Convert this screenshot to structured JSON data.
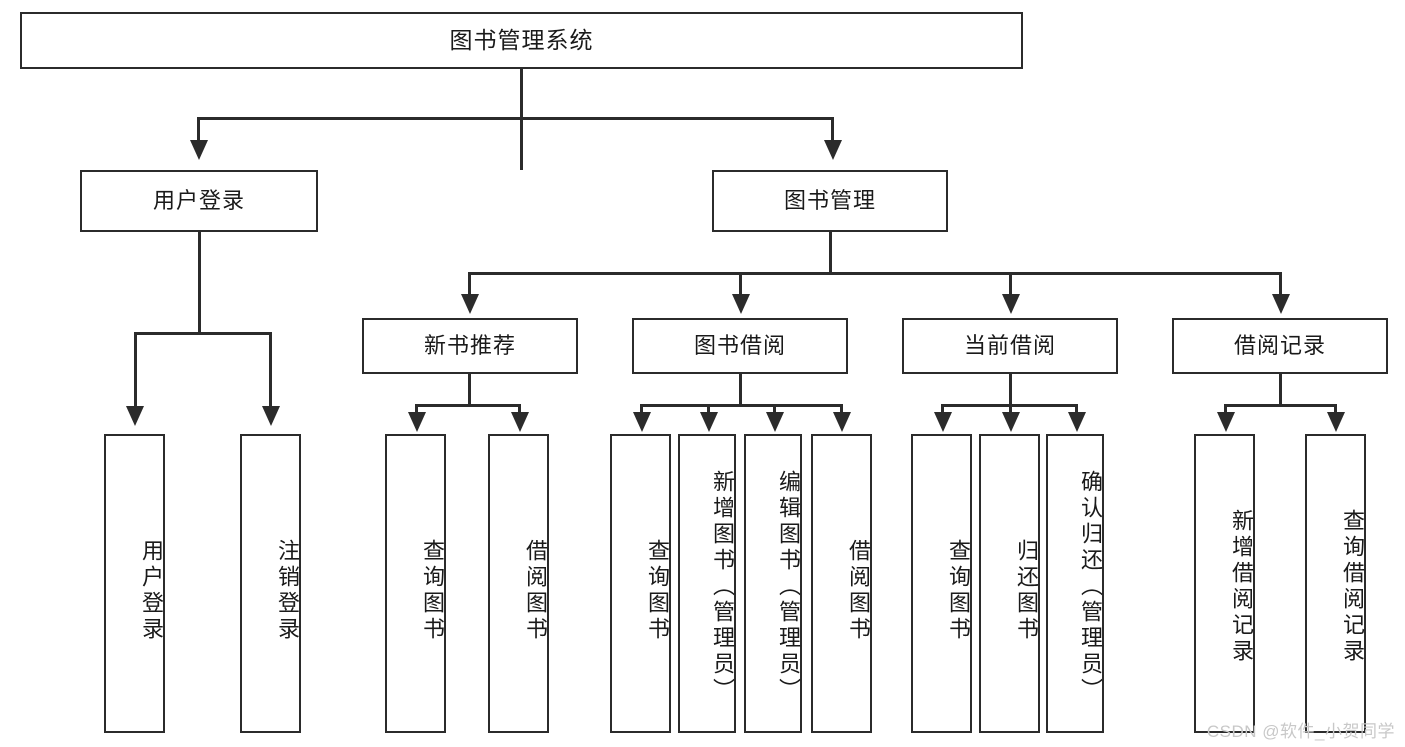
{
  "diagram": {
    "title": "图书管理系统",
    "type": "hierarchy-tree",
    "watermark": "CSDN @软件_小贺同学",
    "levels": {
      "root": "图书管理系统",
      "level2": [
        "用户登录",
        "图书管理"
      ],
      "level3": [
        "新书推荐",
        "图书借阅",
        "当前借阅",
        "借阅记录"
      ]
    },
    "nodes": {
      "root": {
        "label": "图书管理系统"
      },
      "user_login": {
        "label": "用户登录"
      },
      "book_manage": {
        "label": "图书管理"
      },
      "new_book_rec": {
        "label": "新书推荐"
      },
      "book_borrow": {
        "label": "图书借阅"
      },
      "current_borrow": {
        "label": "当前借阅"
      },
      "borrow_record": {
        "label": "借阅记录"
      },
      "leaf_user_login": {
        "label": "用户登录"
      },
      "leaf_logout": {
        "label": "注销登录"
      },
      "leaf_query_book_1": {
        "label": "查询图书"
      },
      "leaf_borrow_book_1": {
        "label": "借阅图书"
      },
      "leaf_query_book_2": {
        "label": "查询图书"
      },
      "leaf_add_book_admin": {
        "label": "新增图书（管理员）"
      },
      "leaf_edit_book_admin": {
        "label": "编辑图书（管理员）"
      },
      "leaf_borrow_book_2": {
        "label": "借阅图书"
      },
      "leaf_query_book_3": {
        "label": "查询图书"
      },
      "leaf_return_book": {
        "label": "归还图书"
      },
      "leaf_confirm_return_admin": {
        "label": "确认归还（管理员）"
      },
      "leaf_add_record": {
        "label": "新增借阅记录"
      },
      "leaf_query_record": {
        "label": "查询借阅记录"
      }
    },
    "edges": [
      {
        "from": "root",
        "to": "user_login"
      },
      {
        "from": "root",
        "to": "book_manage"
      },
      {
        "from": "user_login",
        "to": "leaf_user_login"
      },
      {
        "from": "user_login",
        "to": "leaf_logout"
      },
      {
        "from": "book_manage",
        "to": "new_book_rec"
      },
      {
        "from": "book_manage",
        "to": "book_borrow"
      },
      {
        "from": "book_manage",
        "to": "current_borrow"
      },
      {
        "from": "book_manage",
        "to": "borrow_record"
      },
      {
        "from": "new_book_rec",
        "to": "leaf_query_book_1"
      },
      {
        "from": "new_book_rec",
        "to": "leaf_borrow_book_1"
      },
      {
        "from": "book_borrow",
        "to": "leaf_query_book_2"
      },
      {
        "from": "book_borrow",
        "to": "leaf_add_book_admin"
      },
      {
        "from": "book_borrow",
        "to": "leaf_edit_book_admin"
      },
      {
        "from": "book_borrow",
        "to": "leaf_borrow_book_2"
      },
      {
        "from": "current_borrow",
        "to": "leaf_query_book_3"
      },
      {
        "from": "current_borrow",
        "to": "leaf_return_book"
      },
      {
        "from": "current_borrow",
        "to": "leaf_confirm_return_admin"
      },
      {
        "from": "borrow_record",
        "to": "leaf_add_record"
      },
      {
        "from": "borrow_record",
        "to": "leaf_query_record"
      }
    ],
    "colors": {
      "stroke": "#2b2b2b",
      "fill": "#ffffff",
      "text": "#1a1a1a",
      "watermark": "#c8c8c8"
    }
  }
}
